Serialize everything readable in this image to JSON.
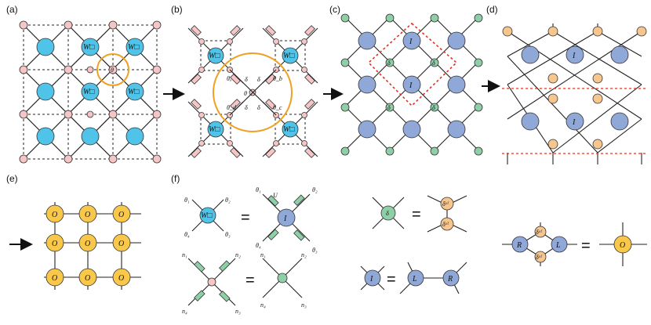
{
  "panels": {
    "a": "(a)",
    "b": "(b)",
    "c": "(c)",
    "d": "(d)",
    "e": "(e)",
    "f": "(f)"
  },
  "symbols": {
    "W": "W□",
    "theta": "θ",
    "theta1": "θ₁",
    "theta2": "θ₂",
    "theta3": "θ₃",
    "theta4": "θ₄",
    "theta_a": "θₐ",
    "theta_b": "θ_b",
    "theta_c": "θ_c",
    "theta_d": "θ_d",
    "delta": "δ",
    "I": "I",
    "U": "U",
    "O": "O",
    "L": "L",
    "R": "R",
    "delta_sqrt": "δˢ⁽",
    "n1": "n₁",
    "n2": "n₂",
    "n3": "n₃",
    "n4": "n₄",
    "equals": "="
  },
  "colors": {
    "blue_w": "#4fc3e8",
    "blue_i": "#8fa8d8",
    "pink": "#f6c6c6",
    "green": "#8fcfa8",
    "orange": "#f7c68f",
    "yellow": "#f9c84b",
    "circle_orange": "#f0a020",
    "dash_red": "#e03020"
  }
}
